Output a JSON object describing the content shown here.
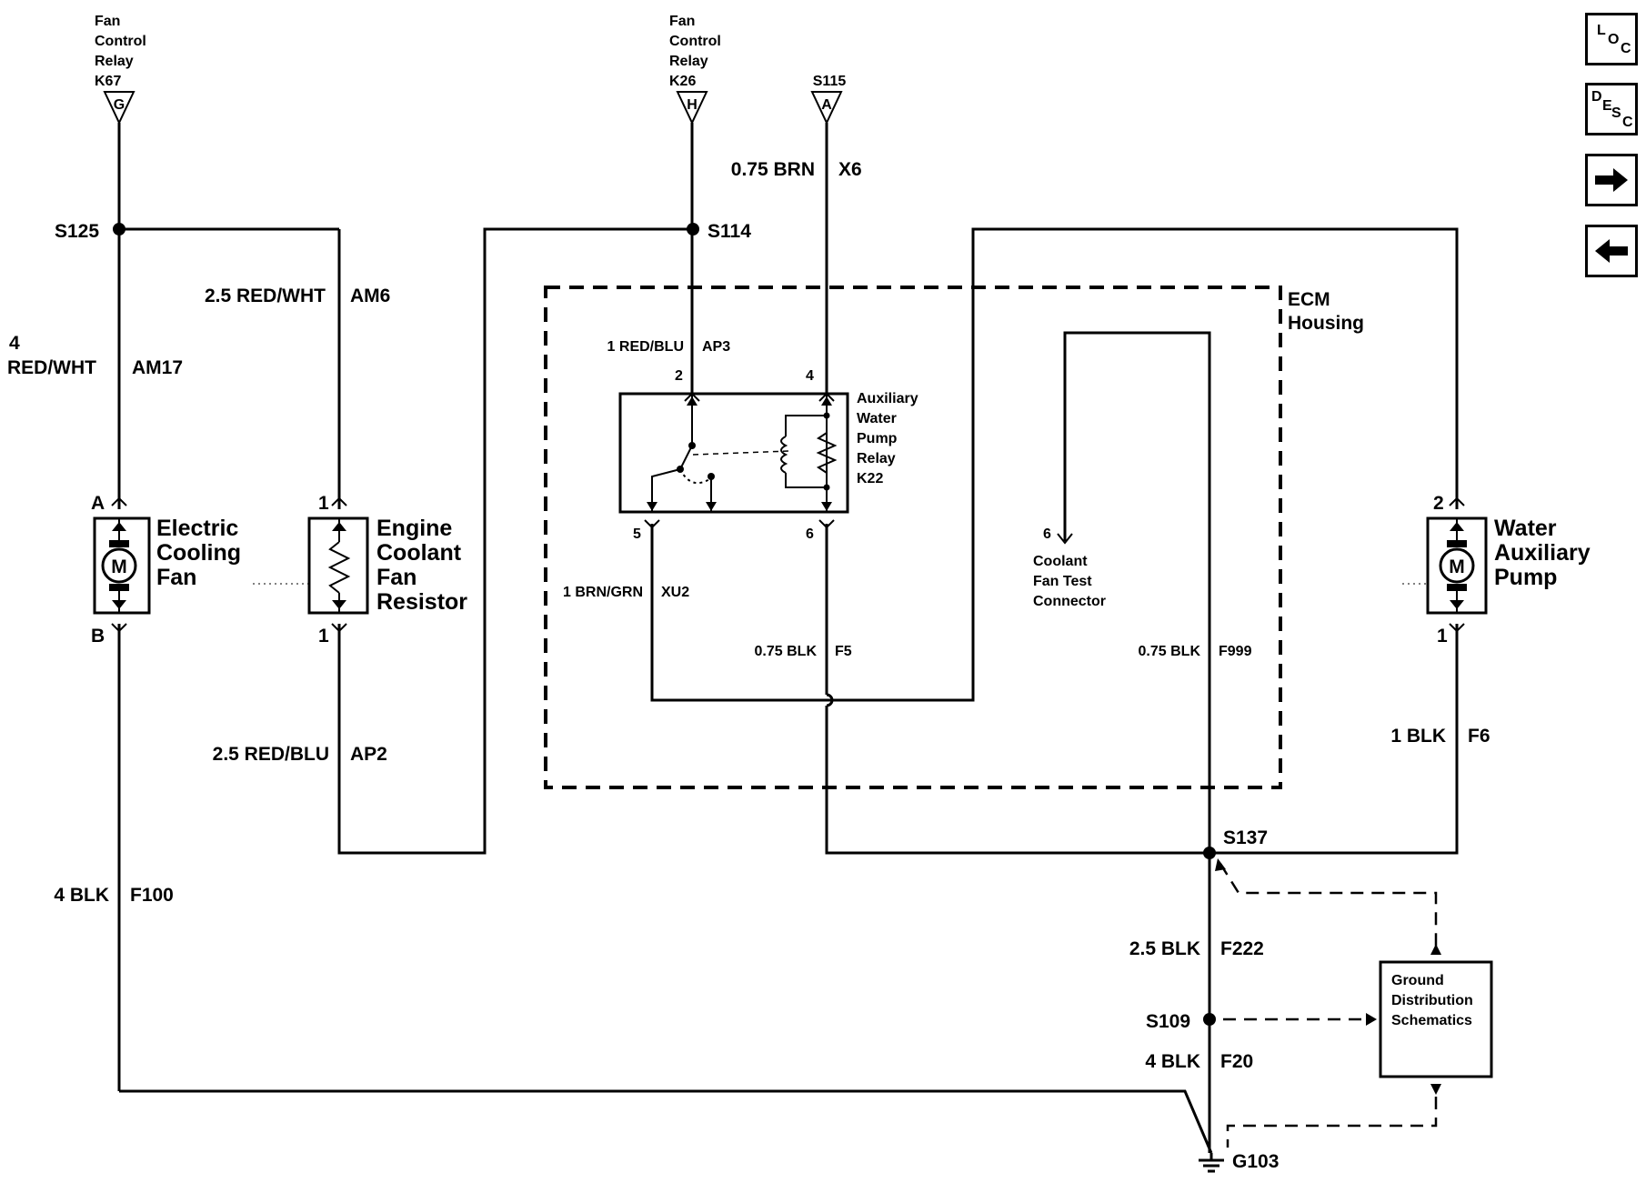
{
  "references": {
    "k67": {
      "lines": [
        "Fan",
        "Control",
        "Relay",
        "K67"
      ],
      "pin": "G"
    },
    "k26": {
      "lines": [
        "Fan",
        "Control",
        "Relay",
        "K26"
      ],
      "pin": "H"
    },
    "s115": {
      "label": "S115",
      "pin": "A"
    }
  },
  "splices": {
    "s125": "S125",
    "s114": "S114",
    "s137": "S137",
    "s109": "S109",
    "g103": "G103"
  },
  "wires": {
    "am17_size": "4",
    "am17_color": "RED/WHT",
    "am17_circuit": "AM17",
    "am6": "2.5 RED/WHT",
    "am6_circuit": "AM6",
    "x6": "0.75 BRN",
    "x6_circuit": "X6",
    "ap3": "1 RED/BLU",
    "ap3_circuit": "AP3",
    "xu2": "1 BRN/GRN",
    "xu2_circuit": "XU2",
    "f5": "0.75 BLK",
    "f5_circuit": "F5",
    "f999": "0.75 BLK",
    "f999_circuit": "F999",
    "ap2": "2.5 RED/BLU",
    "ap2_circuit": "AP2",
    "f6": "1 BLK",
    "f6_circuit": "F6",
    "f100": "4 BLK",
    "f100_circuit": "F100",
    "f222": "2.5 BLK",
    "f222_circuit": "F222",
    "f20": "4 BLK",
    "f20_circuit": "F20"
  },
  "components": {
    "fan": {
      "lines": [
        "Electric",
        "Cooling",
        "Fan"
      ],
      "pin_top": "A",
      "pin_bottom": "B",
      "symbol": "M"
    },
    "resistor": {
      "lines": [
        "Engine",
        "Coolant",
        "Fan",
        "Resistor"
      ],
      "pin_top": "1",
      "pin_bottom": "1"
    },
    "relay": {
      "lines": [
        "Auxiliary",
        "Water",
        "Pump",
        "Relay",
        "K22"
      ],
      "pin_2": "2",
      "pin_4": "4",
      "pin_5": "5",
      "pin_6": "6"
    },
    "connector": {
      "pin": "6",
      "lines": [
        "Coolant",
        "Fan Test",
        "Connector"
      ]
    },
    "pump": {
      "lines": [
        "Water",
        "Auxiliary",
        "Pump"
      ],
      "pin_top": "2",
      "pin_bottom": "1",
      "symbol": "M"
    },
    "ecm": {
      "lines": [
        "ECM",
        "Housing"
      ]
    },
    "ground_box": {
      "lines": [
        "Ground",
        "Distribution",
        "Schematics"
      ]
    }
  },
  "nav": {
    "loc": {
      "l": "L",
      "o": "O",
      "c": "C"
    },
    "desc": {
      "d": "D",
      "e": "E",
      "s": "S",
      "c": "C"
    },
    "next_icon": "arrow-right-icon",
    "prev_icon": "arrow-left-icon"
  }
}
